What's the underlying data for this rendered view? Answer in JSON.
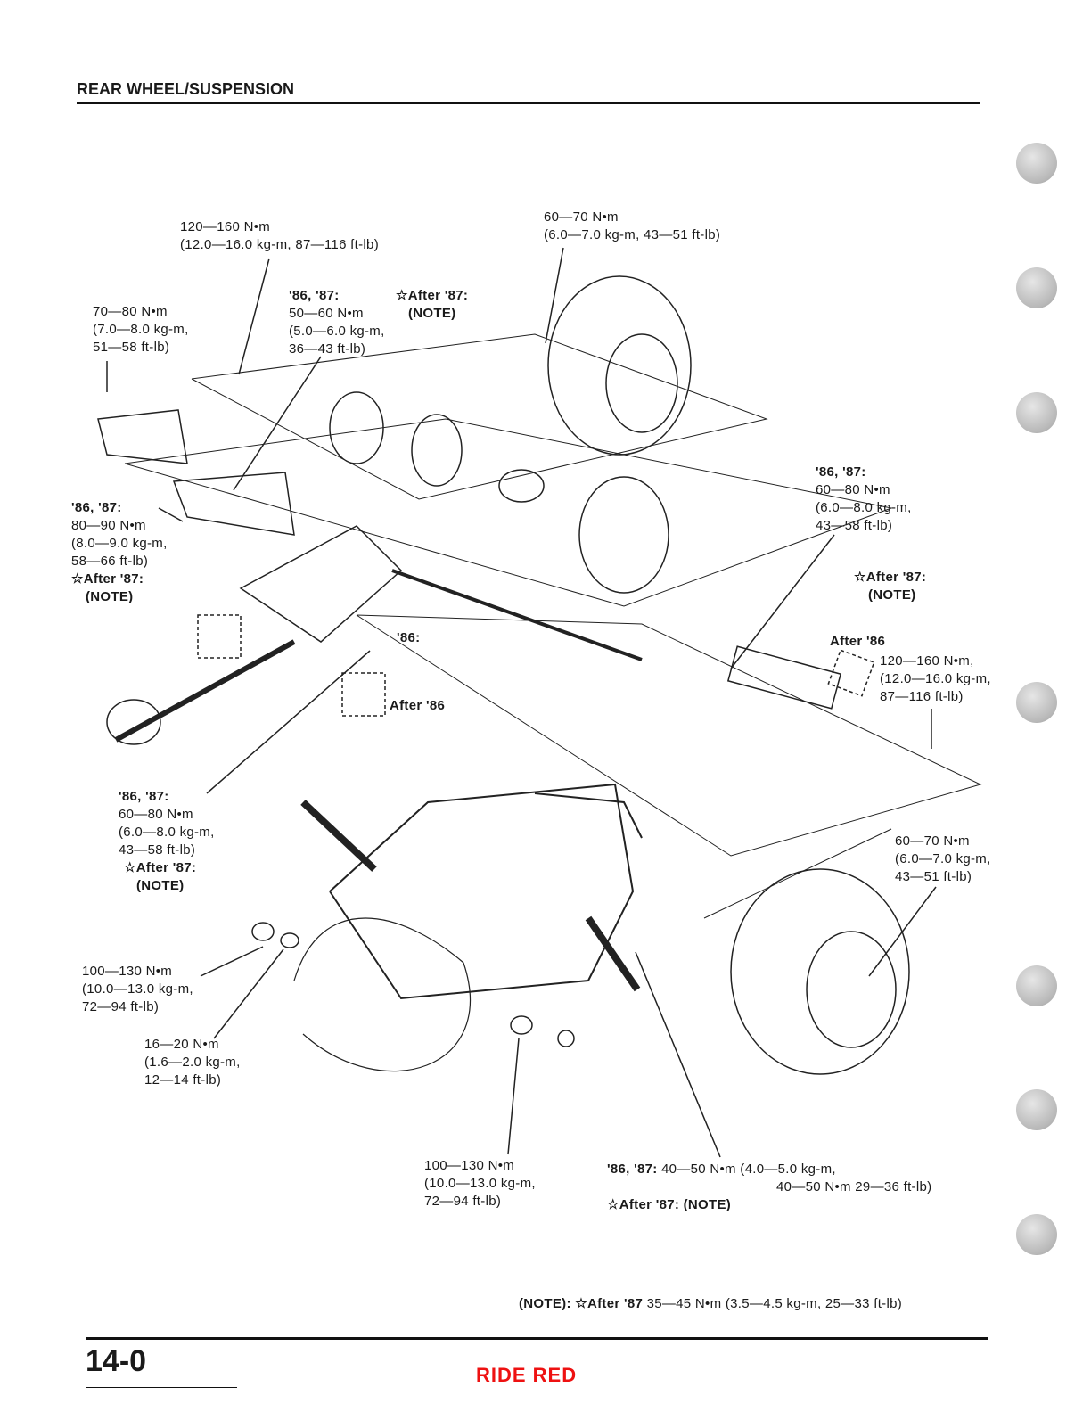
{
  "header": {
    "title": "REAR WHEEL/SUSPENSION"
  },
  "labels": {
    "l1": {
      "a": "120—160 N•m",
      "b": "(12.0—16.0 kg-m, 87—116 ft-lb)"
    },
    "l2": {
      "a": "60—70 N•m",
      "b": "(6.0—7.0 kg-m, 43—51 ft-lb)"
    },
    "l3": {
      "a": "70—80 N•m",
      "b": "(7.0—8.0 kg-m,",
      "c": "51—58 ft-lb)"
    },
    "l4": {
      "h": "'86, '87:",
      "a": "50—60 N•m",
      "b": "(5.0—6.0 kg-m,",
      "c": "36—43 ft-lb)",
      "s": "☆After '87:",
      "n": "(NOTE)"
    },
    "l5": {
      "h": "'86, '87:",
      "a": "80—90 N•m",
      "b": "(8.0—9.0 kg-m,",
      "c": "58—66 ft-lb)",
      "s": "☆After '87:",
      "n": "(NOTE)"
    },
    "l6": {
      "h": "'86, '87:",
      "a": "60—80 N•m",
      "b": "(6.0—8.0 kg-m,",
      "c": "43—58 ft-lb)",
      "s": "☆After '87:",
      "n": "(NOTE)"
    },
    "l7": {
      "h": "After '86",
      "a": "120—160 N•m,",
      "b": "(12.0—16.0 kg-m,",
      "c": "87—116 ft-lb)"
    },
    "l8": {
      "a": "'86:",
      "b": "After '86"
    },
    "l9": {
      "h": "'86, '87:",
      "a": "60—80 N•m",
      "b": "(6.0—8.0 kg-m,",
      "c": "43—58 ft-lb)",
      "s": "☆After '87:",
      "n": "(NOTE)"
    },
    "l10": {
      "a": "60—70 N•m",
      "b": "(6.0—7.0 kg-m,",
      "c": "43—51 ft-lb)"
    },
    "l11": {
      "a": "100—130 N•m",
      "b": "(10.0—13.0 kg-m,",
      "c": "72—94 ft-lb)"
    },
    "l12": {
      "a": "16—20 N•m",
      "b": "(1.6—2.0 kg-m,",
      "c": "12—14 ft-lb)"
    },
    "l13": {
      "a": "100—130 N•m",
      "b": "(10.0—13.0 kg-m,",
      "c": "72—94 ft-lb)"
    },
    "l14": {
      "h": "'86, '87:",
      "a": "40—50 N•m (4.0—5.0 kg-m,",
      "b": "40—50 N•m 29—36 ft-lb)",
      "s": "☆After '87: (NOTE)"
    }
  },
  "note": {
    "h": "(NOTE):",
    "s": "☆After '87",
    "t": "35—45 N•m (3.5—4.5 kg-m, 25—33 ft-lb)"
  },
  "footer": {
    "page": "14-0",
    "brand": "RIDE RED"
  }
}
